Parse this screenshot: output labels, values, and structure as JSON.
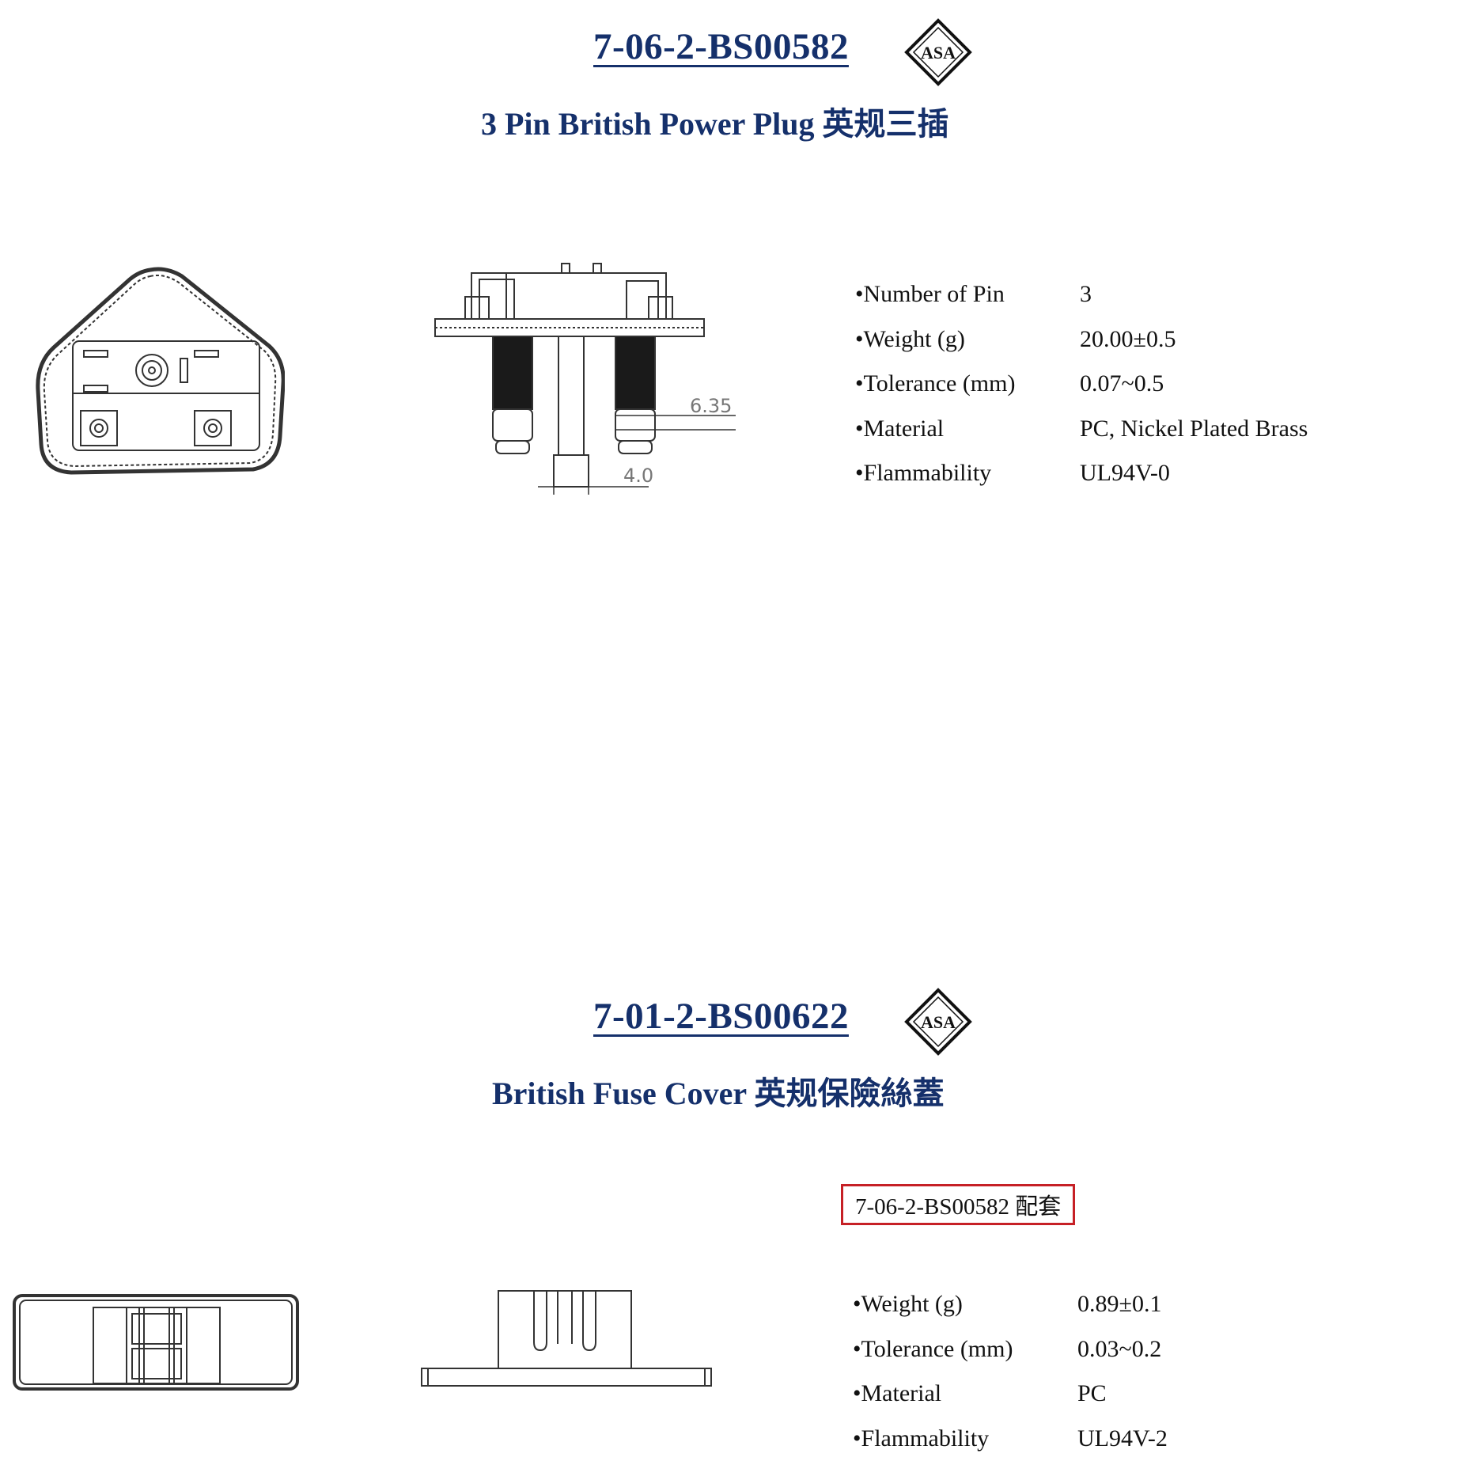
{
  "products": [
    {
      "part_number": "7-06-2-BS00582",
      "logo_text": "ASA",
      "title": "3 Pin British Power Plug 英规三插",
      "dimensions": {
        "pin_width": "6.35",
        "pin_spacing": "4.0"
      },
      "specs": [
        {
          "label": "•Number of Pin",
          "value": "3"
        },
        {
          "label": "•Weight (g)",
          "value": "20.00±0.5"
        },
        {
          "label": "•Tolerance (mm)",
          "value": "0.07~0.5"
        },
        {
          "label": "•Material",
          "value": "PC, Nickel Plated Brass"
        },
        {
          "label": "•Flammability",
          "value": "UL94V-0"
        }
      ]
    },
    {
      "part_number": "7-01-2-BS00622",
      "logo_text": "ASA",
      "title": "British Fuse Cover 英规保險絲蓋",
      "compatibility": "7-06-2-BS00582 配套",
      "specs": [
        {
          "label": "•Weight (g)",
          "value": "0.89±0.1"
        },
        {
          "label": "•Tolerance (mm)",
          "value": "0.03~0.2"
        },
        {
          "label": "•Material",
          "value": "PC"
        },
        {
          "label": "•Flammability",
          "value": "UL94V-2"
        }
      ]
    }
  ],
  "colors": {
    "title": "#15306b",
    "compat_border": "#c62026",
    "drawing_line": "#333333"
  }
}
